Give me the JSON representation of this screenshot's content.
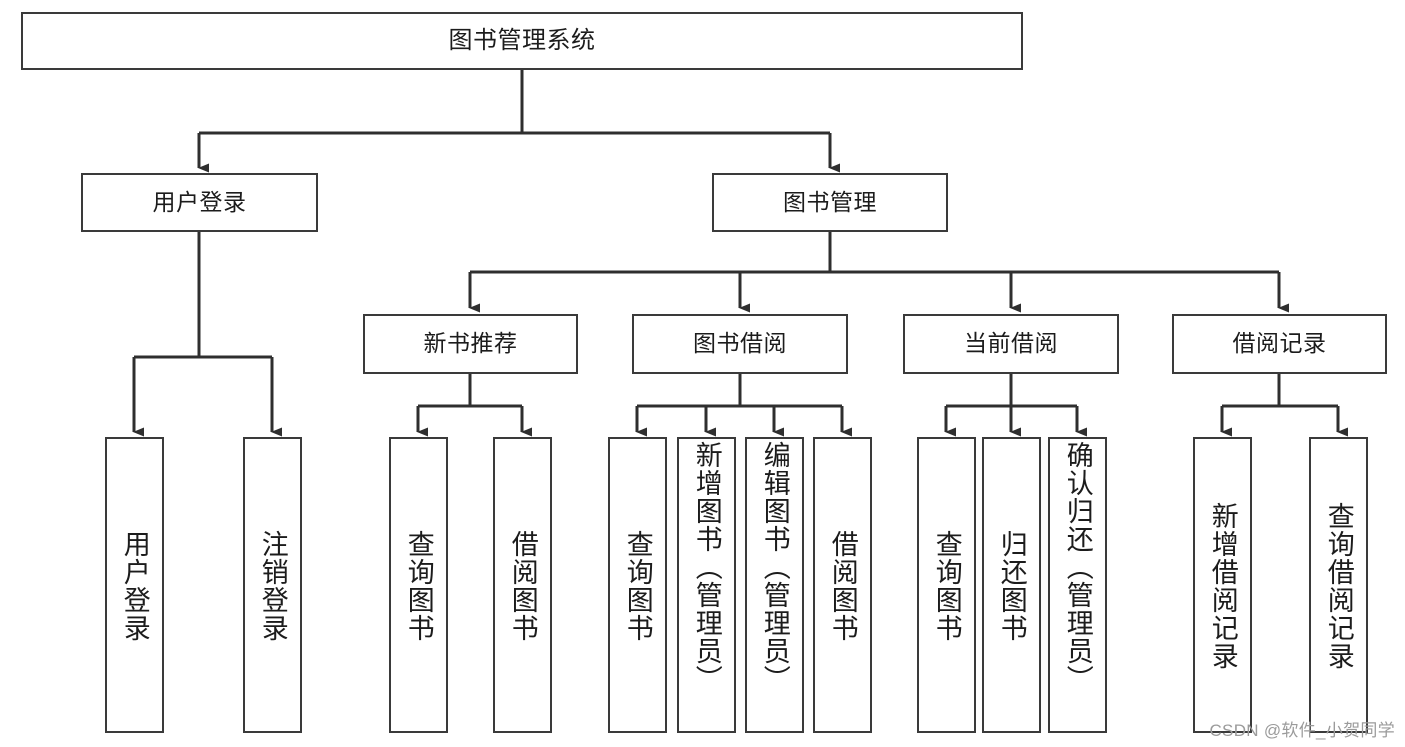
{
  "diagram": {
    "type": "tree-hierarchy-chart",
    "title_text": "图书管理系统",
    "colors": {
      "box_border": "#3a3a3a",
      "box_fill": "#ffffff",
      "edge": "#2f2f2f",
      "text": "#1c1c1c",
      "watermark": "#9b9b9b",
      "background": "#ffffff"
    },
    "root": {
      "label": "图书管理系统"
    },
    "level2": [
      {
        "label": "用户登录"
      },
      {
        "label": "图书管理"
      }
    ],
    "level3": [
      {
        "label": "新书推荐"
      },
      {
        "label": "图书借阅"
      },
      {
        "label": "当前借阅"
      },
      {
        "label": "借阅记录"
      }
    ],
    "leaves": {
      "user_login": [
        {
          "label": "用户登录"
        },
        {
          "label": "注销登录"
        }
      ],
      "new_book_recommend": [
        {
          "label": "查询图书"
        },
        {
          "label": "借阅图书"
        }
      ],
      "book_borrow": [
        {
          "label": "查询图书"
        },
        {
          "label": "新增图书（管理员）"
        },
        {
          "label": "编辑图书（管理员）"
        },
        {
          "label": "借阅图书"
        }
      ],
      "current_borrow": [
        {
          "label": "查询图书"
        },
        {
          "label": "归还图书"
        },
        {
          "label": "确认归还（管理员）"
        }
      ],
      "borrow_record": [
        {
          "label": "新增借阅记录"
        },
        {
          "label": "查询借阅记录"
        }
      ]
    },
    "watermark": "CSDN @软件_小贺同学"
  }
}
